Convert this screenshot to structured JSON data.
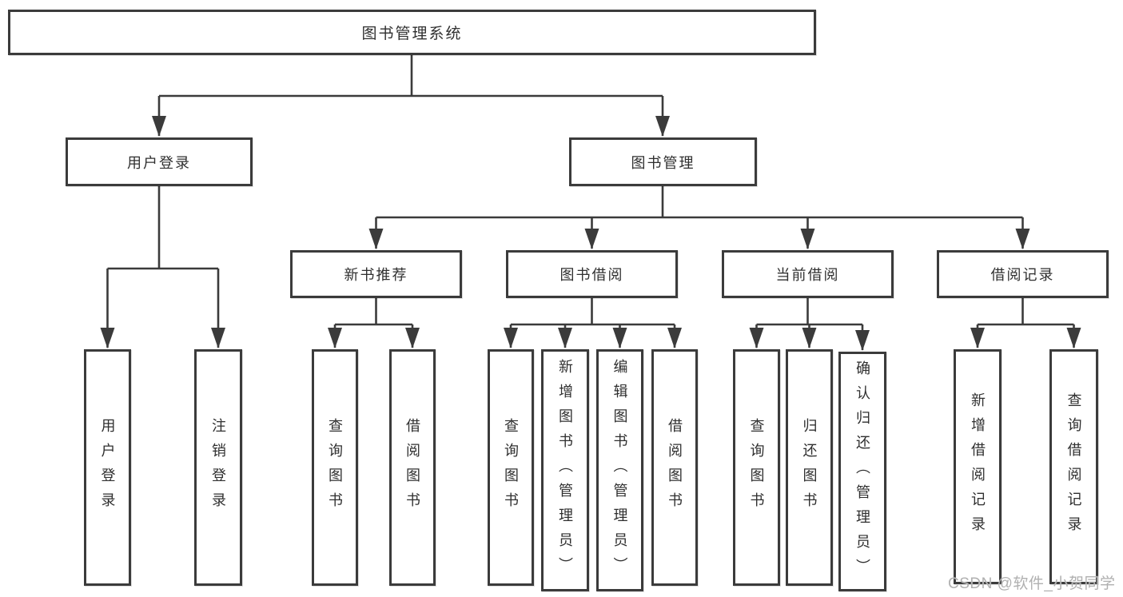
{
  "tree": {
    "root": "图书管理系统",
    "children": [
      {
        "label": "用户登录",
        "leaves": [
          "用户登录",
          "注销登录"
        ]
      },
      {
        "label": "图书管理",
        "children": [
          {
            "label": "新书推荐",
            "leaves": [
              "查询图书",
              "借阅图书"
            ]
          },
          {
            "label": "图书借阅",
            "leaves": [
              "查询图书",
              "新增图书（管理员）",
              "编辑图书（管理员）",
              "借阅图书"
            ]
          },
          {
            "label": "当前借阅",
            "leaves": [
              "查询图书",
              "归还图书",
              "确认归还（管理员）"
            ]
          },
          {
            "label": "借阅记录",
            "leaves": [
              "新增借阅记录",
              "查询借阅记录"
            ]
          }
        ]
      }
    ]
  },
  "watermark": "CSDN @软件_小贺同学",
  "colors": {
    "line": "#3b3b3b",
    "text": "#2f2f2f",
    "watermark": "#b0b0b0",
    "background": "#ffffff"
  }
}
